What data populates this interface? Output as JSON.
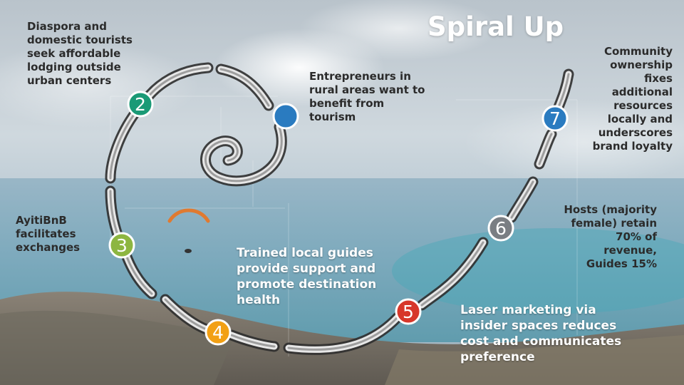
{
  "title": "Spiral Up",
  "steps": [
    {
      "num": "",
      "color": "#2a7bc0",
      "text": "Entrepreneurs in\nrural areas want to\nbenefit from\ntourism"
    },
    {
      "num": "2",
      "color": "#1a9a76",
      "text": "Diaspora and\ndomestic tourists\nseek affordable\nlodging outside\nurban centers"
    },
    {
      "num": "3",
      "color": "#8db641",
      "text": "AyitiBnB\nfacilitates\nexchanges"
    },
    {
      "num": "4",
      "color": "#f2a014",
      "text": "Trained local guides\nprovide support and\npromote destination\nhealth"
    },
    {
      "num": "5",
      "color": "#d7372a",
      "text": "Laser marketing via\ninsider spaces reduces\ncost and communicates\npreference"
    },
    {
      "num": "6",
      "color": "#7a7e83",
      "text": "Hosts (majority\nfemale) retain\n70% of\nrevenue,\nGuides 15%"
    },
    {
      "num": "7",
      "color": "#2a7bc0",
      "text": "Community\nownership\nfixes\nadditional\nresources\nlocally and\nunderscores\nbrand loyalty"
    }
  ]
}
